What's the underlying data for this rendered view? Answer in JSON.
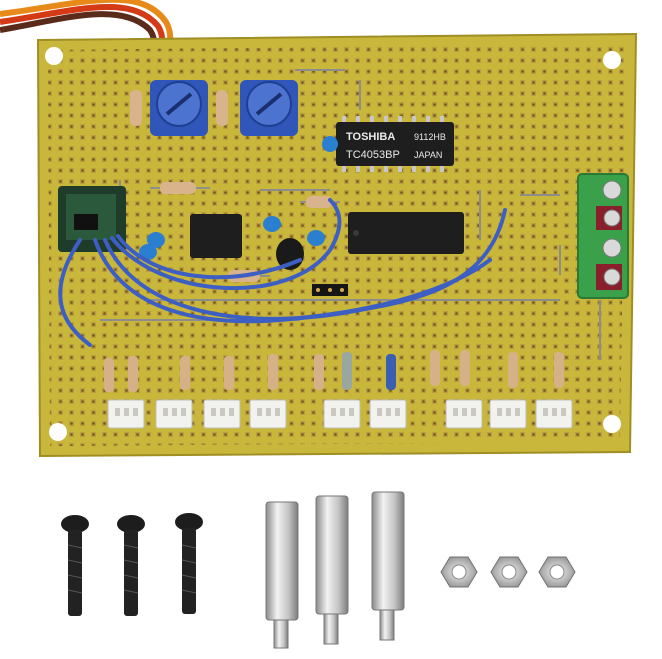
{
  "scene": {
    "board_color": "#c9b73b",
    "board_edge_color": "#b7a52e",
    "pad_color": "#b58a3a",
    "ic_color": "#1e1e1e",
    "pot_color": "#2f56b8",
    "wire_color": "#3d5fc4",
    "terminal_color": "#3aa04a"
  },
  "chips": {
    "main_ic": {
      "brand": "TOSHIBA",
      "code": "9112HB",
      "part": "TC4053BP",
      "origin": "JAPAN"
    }
  },
  "connectors": {
    "count": 9
  },
  "hardware": {
    "screws": 3,
    "standoffs": 3,
    "nuts": 3
  }
}
